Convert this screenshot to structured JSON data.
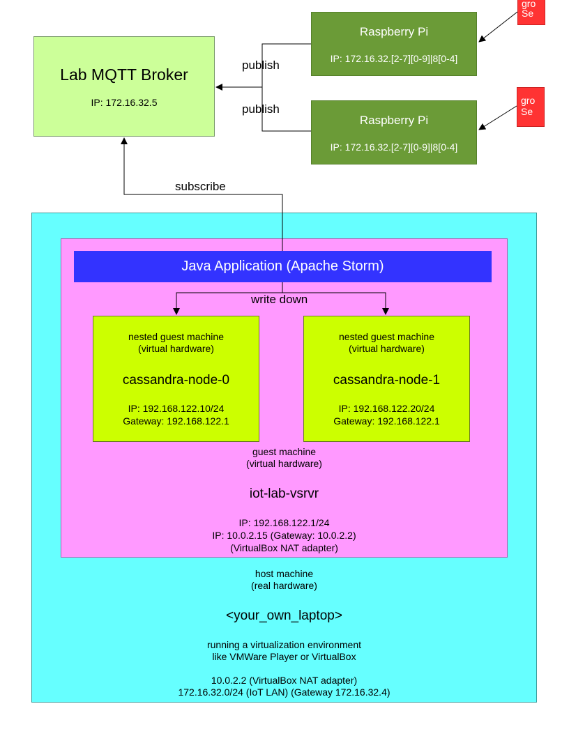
{
  "broker": {
    "title": "Lab MQTT Broker",
    "ip": "IP: 172.16.32.5"
  },
  "pis": [
    {
      "title": "Raspberry Pi",
      "ip": "IP: 172.16.32.[2-7][0-9]|8[0-4]"
    },
    {
      "title": "Raspberry Pi",
      "ip": "IP: 172.16.32.[2-7][0-9]|8[0-4]"
    }
  ],
  "sensors": [
    {
      "line1": "gro",
      "line2": "Se"
    },
    {
      "line1": "gro",
      "line2": "Se"
    }
  ],
  "edges": {
    "publish": "publish",
    "subscribe": "subscribe",
    "write_down": "write down"
  },
  "java_app": {
    "title": "Java Application (Apache Storm)"
  },
  "nested_nodes": [
    {
      "type1": "nested guest machine",
      "type2": "(virtual hardware)",
      "name": "cassandra-node-0",
      "ip": "IP: 192.168.122.10/24",
      "gateway": "Gateway: 192.168.122.1"
    },
    {
      "type1": "nested guest machine",
      "type2": "(virtual hardware)",
      "name": "cassandra-node-1",
      "ip": "IP: 192.168.122.20/24",
      "gateway": "Gateway: 192.168.122.1"
    }
  ],
  "guest": {
    "type1": "guest machine",
    "type2": "(virtual hardware)",
    "name": "iot-lab-vsrvr",
    "ip1": "IP: 192.168.122.1/24",
    "ip2": "IP: 10.0.2.15 (Gateway: 10.0.2.2)",
    "adapter": "(VirtualBox NAT adapter)"
  },
  "host": {
    "type1": "host machine",
    "type2": "(real hardware)",
    "name": "<your_own_laptop>",
    "desc1": "running a virtualization environment",
    "desc2": "like VMWare Player or VirtualBox",
    "net1": "10.0.2.2 (VirtualBox NAT adapter)",
    "net2": "172.16.32.0/24 (IoT LAN) (Gateway 172.16.32.4)"
  },
  "colors": {
    "broker": "#ccff99",
    "raspberry_pi": "#6b9b37",
    "sensor": "#ff3333",
    "host": "#66ffff",
    "guest": "#ff99ff",
    "java_app": "#3333ff",
    "nested": "#ccff00"
  }
}
